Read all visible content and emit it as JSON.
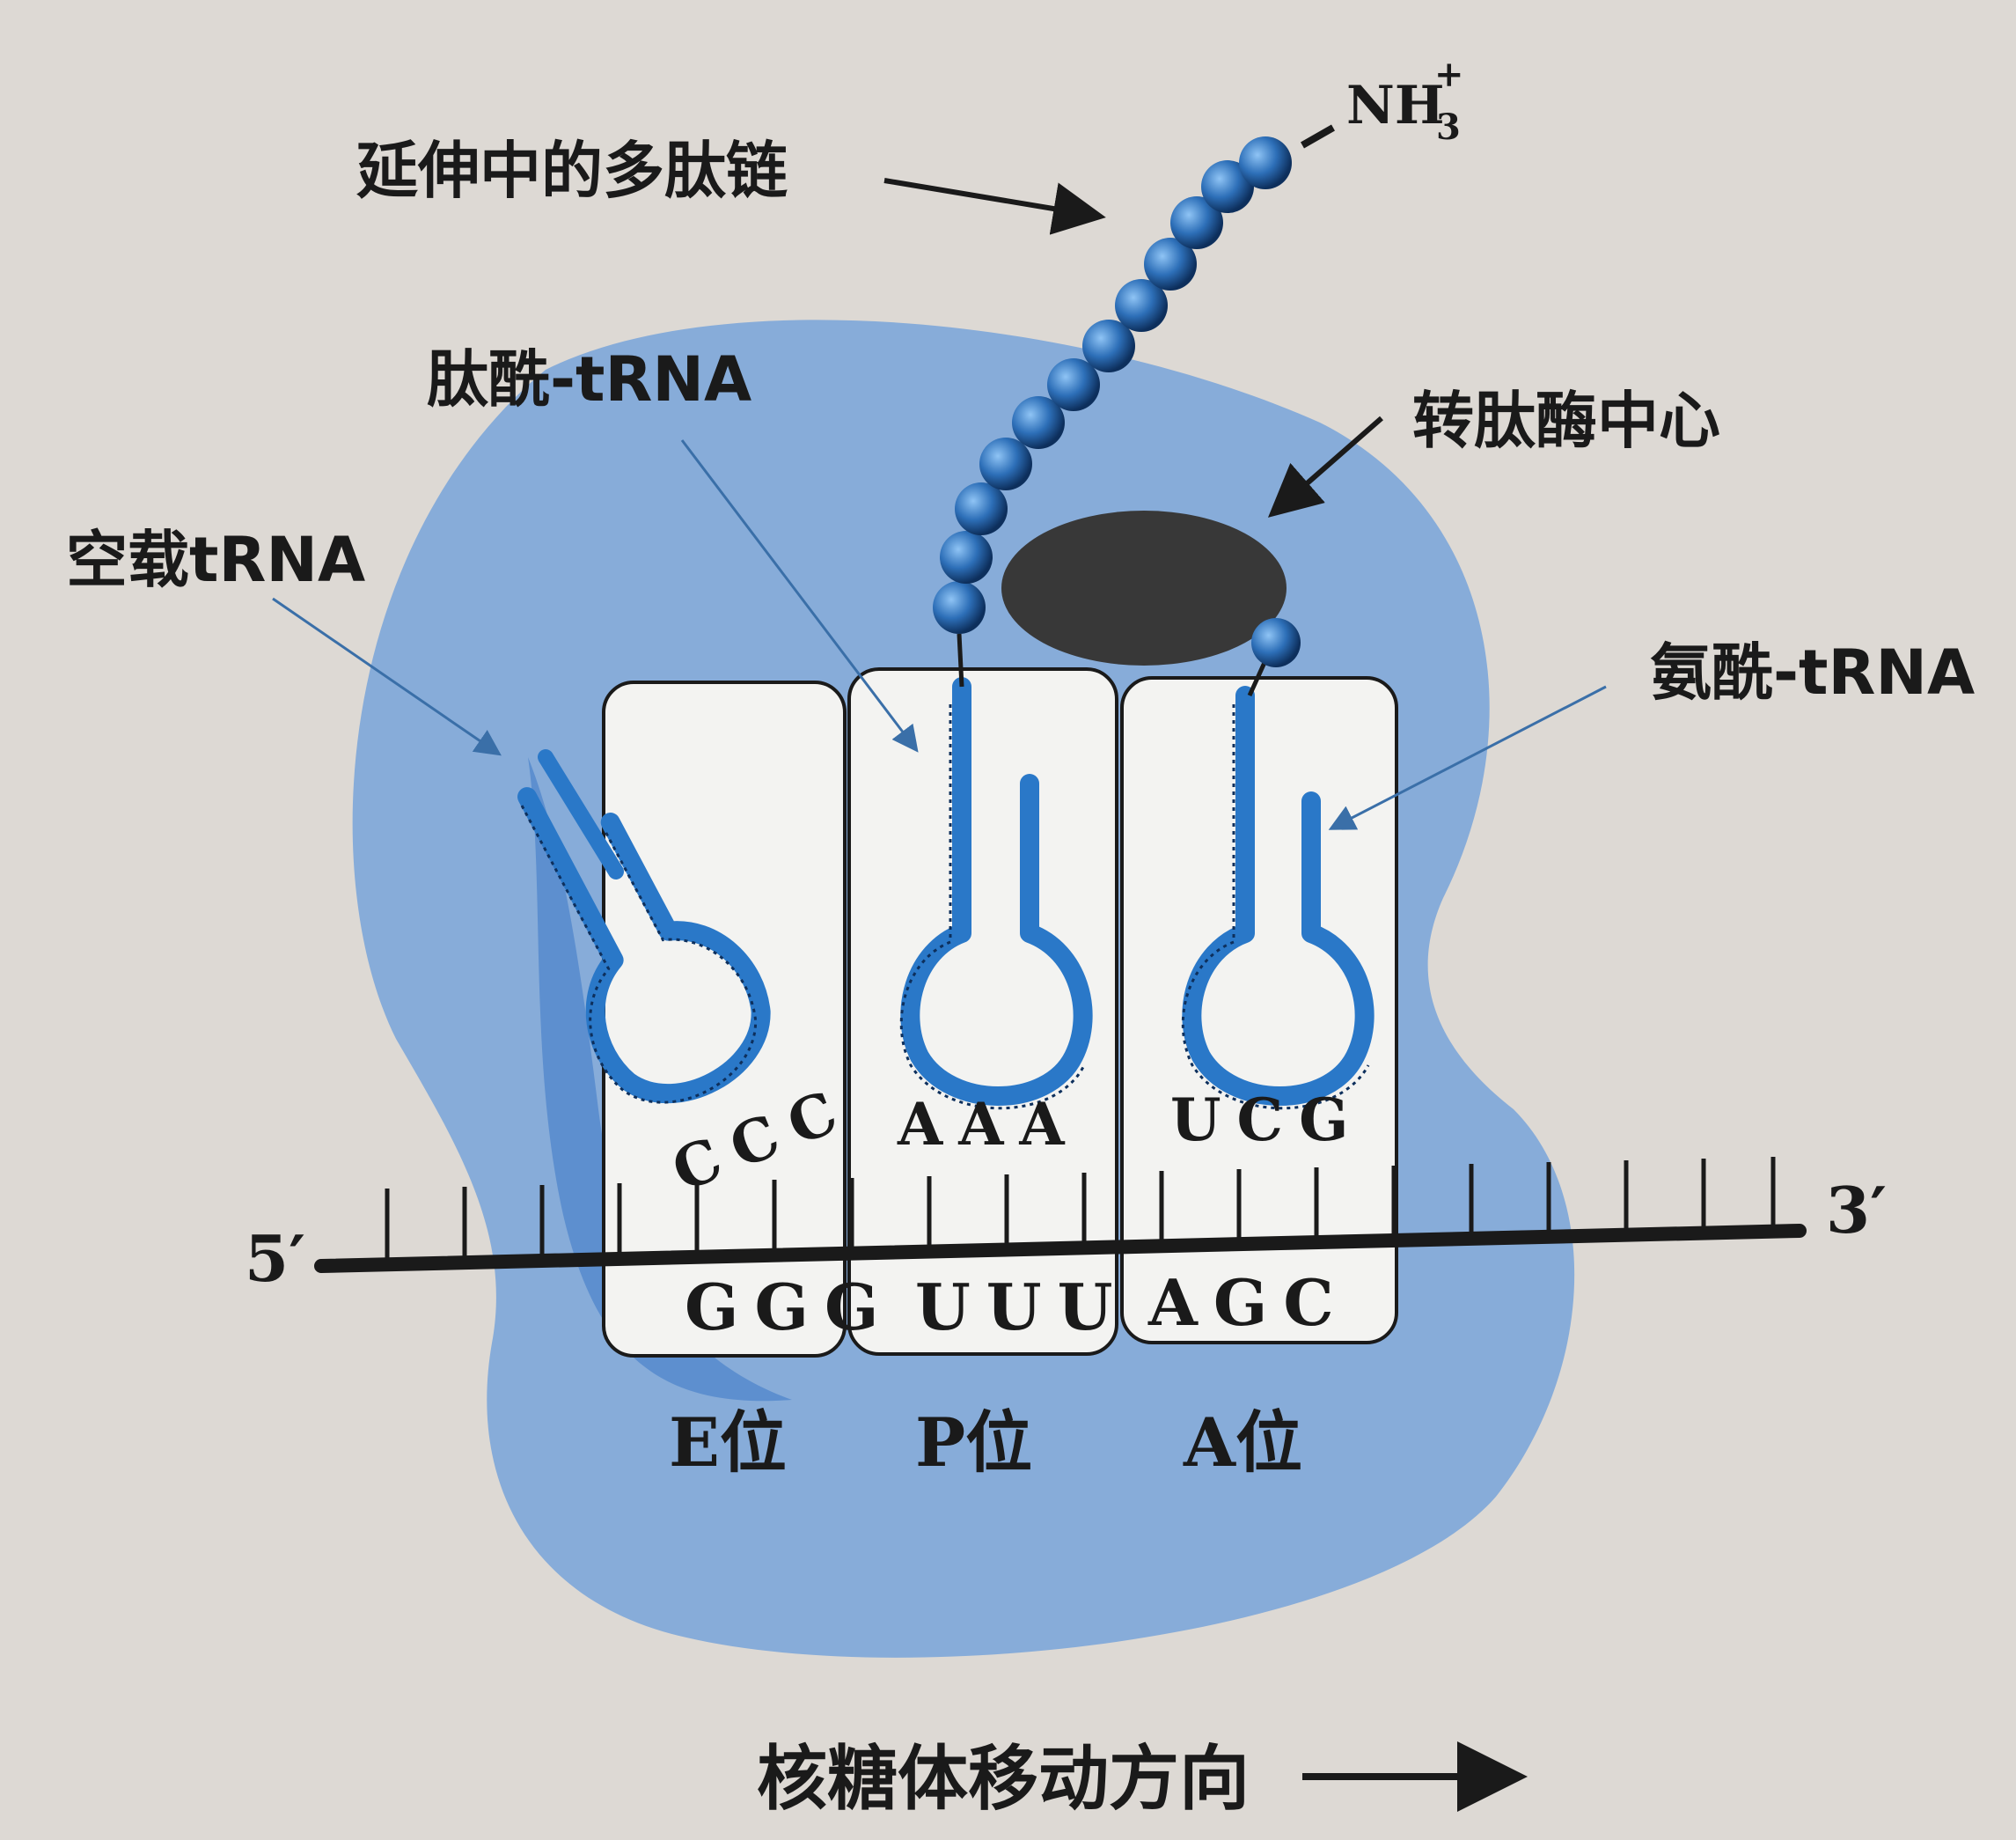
{
  "colors": {
    "ribosome": "#7fa8d9",
    "trna": "#2a78c8",
    "peptidyl_center": "#383838",
    "chain_bead": "#2d6fb8",
    "text": "#1a1a1a",
    "background": "#ddd9d4"
  },
  "labels": {
    "growing_chain": "延伸中的多肽链",
    "nh3": "NH",
    "nh3_sub": "3",
    "nh3_sup": "+",
    "peptidyl_trna": "肽酰-tRNA",
    "peptidyl_transferase": "转肽酶中心",
    "empty_trna": "空载tRNA",
    "aminoacyl_trna": "氨酰-tRNA",
    "five_prime": "5′",
    "three_prime": "3′",
    "direction": "核糖体移动方向"
  },
  "sites": [
    {
      "name": "E位",
      "anticodon": "CCC",
      "codon": "GGG"
    },
    {
      "name": "P位",
      "anticodon": "AAA",
      "codon": "UUU"
    },
    {
      "name": "A位",
      "anticodon": "UCG",
      "codon": "AGC"
    }
  ],
  "icons": {
    "arrow": "arrow-icon",
    "direction_arrow": "right-arrow-icon"
  }
}
